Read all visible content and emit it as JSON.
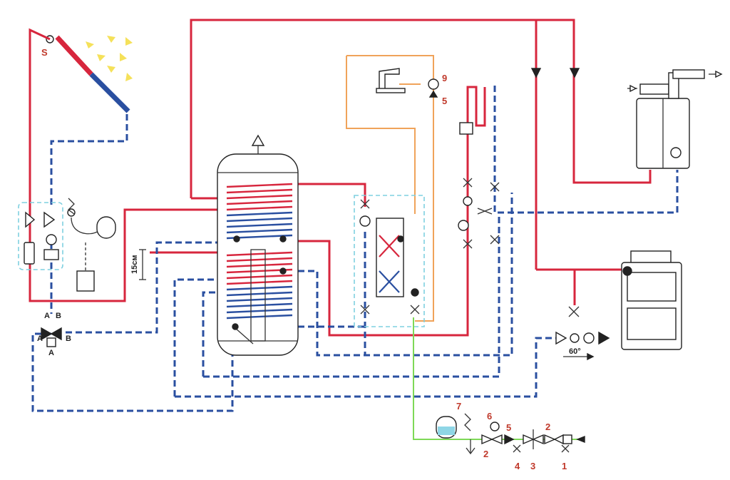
{
  "labels": {
    "sensor": "S",
    "label_9": "9",
    "label_5_top": "5",
    "label_15cm": "15см",
    "valve_A_top": "A",
    "valve_B_top": "B",
    "valve_A_left": "A",
    "valve_B_right": "B",
    "valve_A_bottom": "A",
    "angle_60": "60°",
    "label_7": "7",
    "label_6": "6",
    "label_5_bottom": "5",
    "label_2_right": "2",
    "label_2_left": "2",
    "label_4": "4",
    "label_3": "3",
    "label_1": "1"
  },
  "colors": {
    "hot_line": "#d7263d",
    "return_line": "#2a4fa0",
    "dhw_line": "#f0a35a",
    "cold_supply": "#7ed957",
    "sun_rays": "#f5e15a"
  }
}
